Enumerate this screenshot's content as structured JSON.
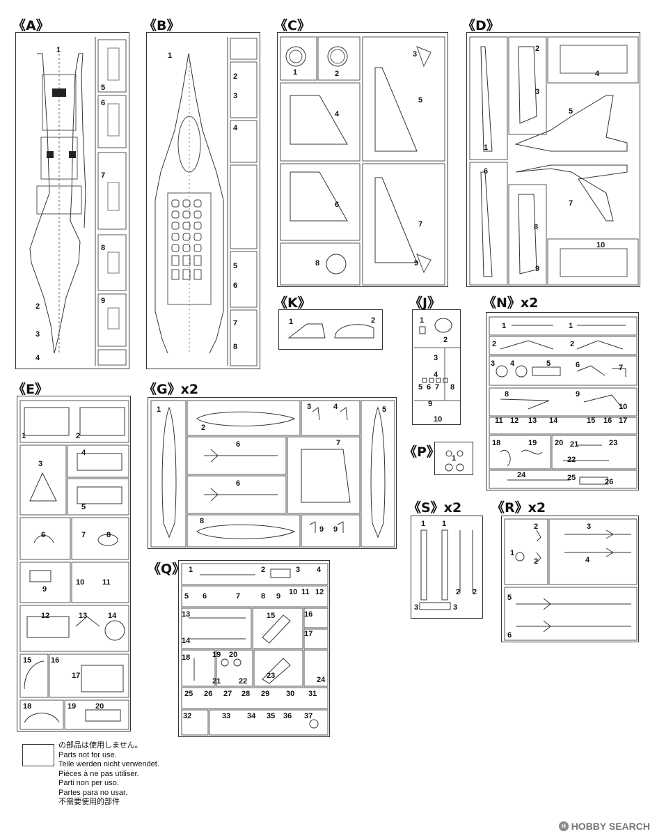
{
  "sprues": {
    "A": {
      "title": "《A》",
      "labels": [
        "1",
        "2",
        "3",
        "4",
        "5",
        "6",
        "7",
        "8",
        "9"
      ]
    },
    "B": {
      "title": "《B》",
      "labels": [
        "1",
        "2",
        "3",
        "4",
        "5",
        "6",
        "7",
        "8"
      ]
    },
    "C": {
      "title": "《C》",
      "labels": [
        "1",
        "2",
        "3",
        "4",
        "5",
        "6",
        "7",
        "8",
        "9"
      ]
    },
    "D": {
      "title": "《D》",
      "labels": [
        "1",
        "2",
        "3",
        "4",
        "5",
        "6",
        "7",
        "8",
        "9",
        "10"
      ]
    },
    "K": {
      "title": "《K》",
      "labels": [
        "1",
        "2"
      ]
    },
    "J": {
      "title": "《J》",
      "labels": [
        "1",
        "2",
        "3",
        "4",
        "5",
        "6",
        "7",
        "8",
        "9",
        "10"
      ]
    },
    "N": {
      "title": "《N》x2",
      "labels": [
        "1",
        "1",
        "2",
        "2",
        "3",
        "4",
        "5",
        "6",
        "7",
        "8",
        "9",
        "10",
        "11",
        "12",
        "13",
        "14",
        "15",
        "16",
        "17",
        "18",
        "19",
        "20",
        "21",
        "22",
        "23",
        "24",
        "25",
        "26"
      ]
    },
    "E": {
      "title": "《E》",
      "labels": [
        "1",
        "2",
        "3",
        "4",
        "5",
        "6",
        "7",
        "8",
        "9",
        "10",
        "11",
        "12",
        "13",
        "14",
        "15",
        "16",
        "17",
        "18",
        "19",
        "20"
      ]
    },
    "G": {
      "title": "《G》x2",
      "labels": [
        "1",
        "2",
        "3",
        "4",
        "5",
        "6",
        "6",
        "7",
        "8",
        "9",
        "9"
      ]
    },
    "P": {
      "title": "《P》",
      "labels": [
        "1"
      ]
    },
    "S": {
      "title": "《S》x2",
      "labels": [
        "1",
        "1",
        "2",
        "2",
        "3",
        "3"
      ]
    },
    "R": {
      "title": "《R》x2",
      "labels": [
        "1",
        "2",
        "2",
        "3",
        "4",
        "5",
        "6"
      ]
    },
    "Q": {
      "title": "《Q》",
      "labels": [
        "1",
        "2",
        "3",
        "4",
        "5",
        "6",
        "7",
        "8",
        "9",
        "10",
        "11",
        "12",
        "13",
        "14",
        "15",
        "16",
        "17",
        "18",
        "19",
        "20",
        "21",
        "22",
        "23",
        "24",
        "25",
        "26",
        "27",
        "28",
        "29",
        "30",
        "31",
        "32",
        "33",
        "34",
        "35",
        "36",
        "37"
      ]
    }
  },
  "legend": {
    "lines": [
      "の部品は使用しません。",
      "Parts not for use.",
      "Teile werden nicht verwendet.",
      "Pièces à ne pas utiliser.",
      "Parti non per uso.",
      "Partes para no usar.",
      "不需要使用的部件"
    ]
  },
  "watermark": {
    "text": "HOBBY SEARCH",
    "logo": "hobby-search-logo"
  }
}
